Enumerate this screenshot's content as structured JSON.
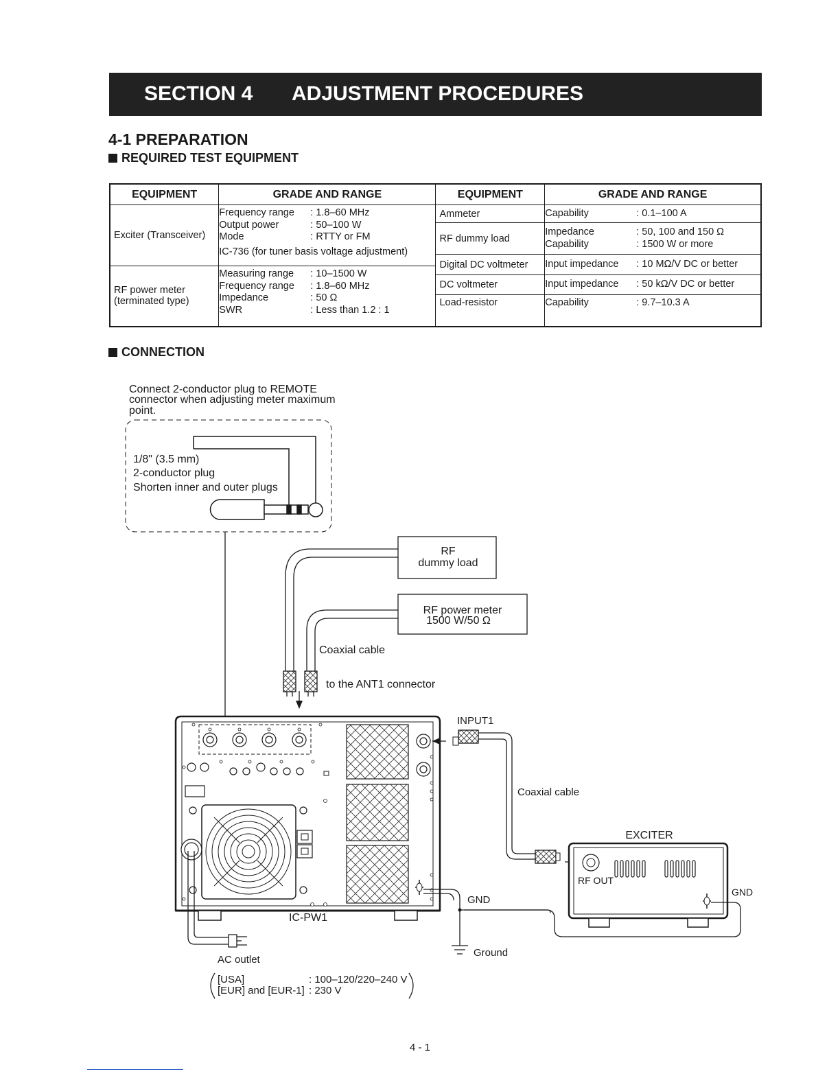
{
  "section": {
    "number": "SECTION 4",
    "title": "ADJUSTMENT PROCEDURES"
  },
  "heading": "4-1 PREPARATION",
  "subheading_equipment": "REQUIRED TEST EQUIPMENT",
  "table": {
    "headers": [
      "EQUIPMENT",
      "GRADE AND RANGE",
      "EQUIPMENT",
      "GRADE AND RANGE"
    ],
    "left": {
      "exciter": {
        "name": "Exciter (Transceiver)",
        "specs": [
          {
            "label": "Frequency range",
            "value": ": 1.8–60 MHz"
          },
          {
            "label": "Output power",
            "value": ": 50–100 W"
          },
          {
            "label": "Mode",
            "value": ": RTTY or FM"
          }
        ],
        "note": "IC-736 (for tuner basis voltage adjustment)"
      },
      "rf_meter": {
        "name_line1": "RF power meter",
        "name_line2": "(terminated type)",
        "specs": [
          {
            "label": "Measuring range",
            "value": ": 10–1500 W"
          },
          {
            "label": "Frequency range",
            "value": ": 1.8–60 MHz"
          },
          {
            "label": "Impedance",
            "value": ": 50 Ω"
          },
          {
            "label": "SWR",
            "value": ": Less than 1.2 : 1"
          }
        ]
      }
    },
    "right": [
      {
        "name": "Ammeter",
        "specs": [
          {
            "label": "Capability",
            "value": ": 0.1–100 A"
          }
        ]
      },
      {
        "name": "RF dummy load",
        "specs": [
          {
            "label": "Impedance",
            "value": ": 50, 100 and 150 Ω"
          },
          {
            "label": "Capability",
            "value": ": 1500 W or more"
          }
        ]
      },
      {
        "name": "Digital DC voltmeter",
        "specs": [
          {
            "label": "Input impedance",
            "value": ": 10 MΩ/V DC or better"
          }
        ]
      },
      {
        "name": "DC voltmeter",
        "specs": [
          {
            "label": "Input impedance",
            "value": ": 50 kΩ/V DC or better"
          }
        ]
      },
      {
        "name": "Load-resistor",
        "specs": [
          {
            "label": "Capability",
            "value": ": 9.7–10.3 A"
          }
        ]
      }
    ]
  },
  "subheading_connection": "CONNECTION",
  "diagram": {
    "remote_note": [
      "Connect 2-conductor plug to REMOTE",
      "connector when adjusting meter maximum",
      "point."
    ],
    "plug_label": [
      "1/8\" (3.5 mm)",
      "2-conductor plug",
      "Shorten inner and outer plugs"
    ],
    "rf_dummy_load": [
      "RF",
      "dummy load"
    ],
    "rf_power_meter": [
      "RF power meter",
      "1500 W/50 Ω"
    ],
    "coax_top": "Coaxial cable",
    "ant1": "to the ANT1 connector",
    "input1": "INPUT1",
    "coax_right": "Coaxial cable",
    "exciter": "EXCITER",
    "rf_out": "RF OUT",
    "gnd_exciter": "GND",
    "gnd_amp": "GND",
    "amp_model": "IC-PW1",
    "ground": "Ground",
    "ac_outlet": "AC outlet",
    "voltages": [
      {
        "region": "[USA]",
        "value": ": 100–120/220–240 V"
      },
      {
        "region": "[EUR] and [EUR-1]",
        "value": ": 230 V"
      }
    ]
  },
  "page_number": "4 - 1"
}
